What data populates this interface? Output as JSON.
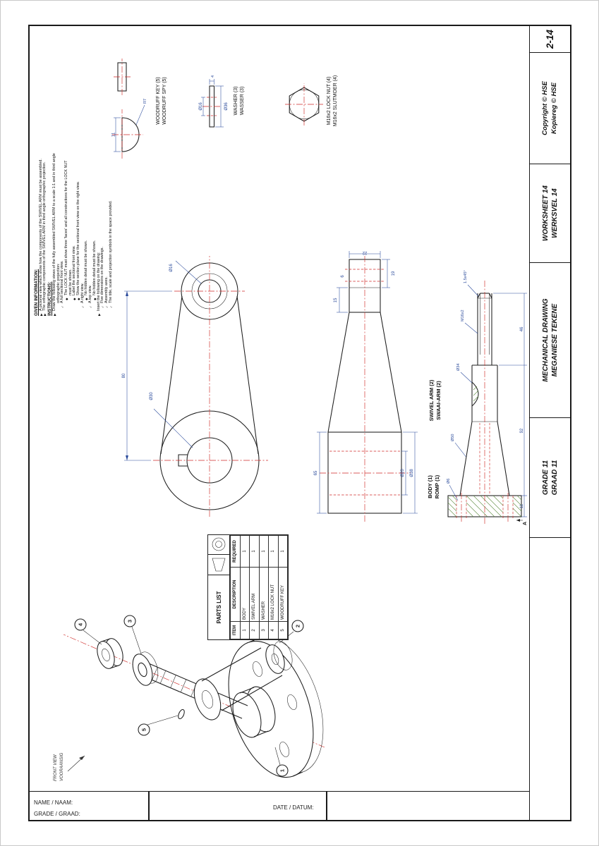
{
  "sheet": {
    "page_no": "2-14",
    "title_block": {
      "grade_l1": "GRADE 11",
      "grade_l2": "GRAAD 11",
      "subject_l1": "MECHANICAL DRAWING",
      "subject_l2": "MEGANIESE TEKENE",
      "worksheet_l1": "WORKSHEET 14",
      "worksheet_l2": "WERKSVEL 14",
      "copyright_l1": "Copyright © HSE",
      "copyright_l2": "Kopiereg © HSE"
    },
    "fields": {
      "name": "NAME / NAAM:",
      "grade": "GRADE / GRAAD:",
      "date": "DATE / DATUM:"
    }
  },
  "instructions": {
    "given_title": "GIVEN INFORMATION:",
    "given": [
      {
        "b": "▶",
        "t": "A pictorial view which show how the components of the SWIVEL ARM must be assembled."
      },
      {
        "b": "▶",
        "t": "The orthographic components of the SWIVEL ARM in third angle orthographic projection."
      }
    ],
    "instr_title": "INSTRUCTIONS:",
    "steps": [
      {
        "b": "▶",
        "t": "Draw the following views of the fully assembled SWIVEL ARM to a scale 1:1 and in third angle"
      },
      {
        "b": "",
        "t": "orthographic projection:"
      },
      {
        "b": "✓",
        "t": "A full sectional front view."
      },
      {
        "b": "◆",
        "t": "The LOCK NUT must show three 'faces' and all constructions for the LOCK NUT"
      },
      {
        "b": "",
        "t": "must be shown."
      },
      {
        "b": "◆",
        "t": "Label the sectional front view."
      },
      {
        "b": "◆",
        "t": "Show the section plane for the sectional front view on the right view."
      },
      {
        "b": "✓",
        "t": "A right view."
      },
      {
        "b": "◆",
        "t": "No hidden detail must be shown."
      },
      {
        "b": "✓",
        "t": "A top view."
      },
      {
        "b": "◆",
        "t": "No hidden detail must be shown."
      },
      {
        "b": "▶",
        "t": "Insert the following on the drawing:"
      },
      {
        "b": "✓",
        "t": "Five dimensions on the drawings."
      },
      {
        "b": "✓",
        "t": "Assembly axes."
      },
      {
        "b": "✓",
        "t": "The title, scale and projection symbols in the space provided."
      }
    ]
  },
  "parts_list": {
    "title": "PARTS LIST",
    "headers": [
      "ITEM",
      "DESCRIPTION",
      "REQUIRED"
    ],
    "rows": [
      [
        "1",
        "BODY",
        "1"
      ],
      [
        "2",
        "SWIVEL ARM",
        "1"
      ],
      [
        "3",
        "WASHER",
        "1"
      ],
      [
        "4",
        "M16x2 LOCK NUT",
        "1"
      ],
      [
        "5",
        "WOODRUFF KEY",
        "1"
      ]
    ]
  },
  "labels": {
    "woodruff_l1": "WOODRUFF KEY (5)",
    "woodruff_l2": "WOODRUFF SPY (5)",
    "washer_l1": "WASHER (3)",
    "washer_l2": "WASSER (3)",
    "nut_l1": "M16x2 LOCK NUT (4)",
    "nut_l2": "M16x2 SLUTMOER (4)",
    "arm_l1": "SWIVEL ARM (2)",
    "arm_l2": "SWAAI-ARM (2)",
    "body_l1": "BODY (1)",
    "body_l2": "ROMP (1)"
  },
  "balloons": [
    "1",
    "2",
    "3",
    "4",
    "5"
  ],
  "dims": {
    "arm_plan": [
      "80",
      "Ø30",
      "Ø16"
    ],
    "arm_side": [
      "65",
      "15",
      "22",
      "6",
      "19",
      "Ø20",
      "Ø38"
    ],
    "woodruff": [
      "11",
      "R7"
    ],
    "washer": [
      "Ø36",
      "Ø16",
      "4"
    ],
    "body": [
      "M16x2",
      "11",
      "92",
      "46",
      "Ø50",
      "Ø34",
      "Ø6",
      "1.5x45°"
    ]
  },
  "notes": {
    "front_view_l1": "FRONT VIEW",
    "front_view_l2": "VOORAANSIG",
    "section": "A"
  }
}
